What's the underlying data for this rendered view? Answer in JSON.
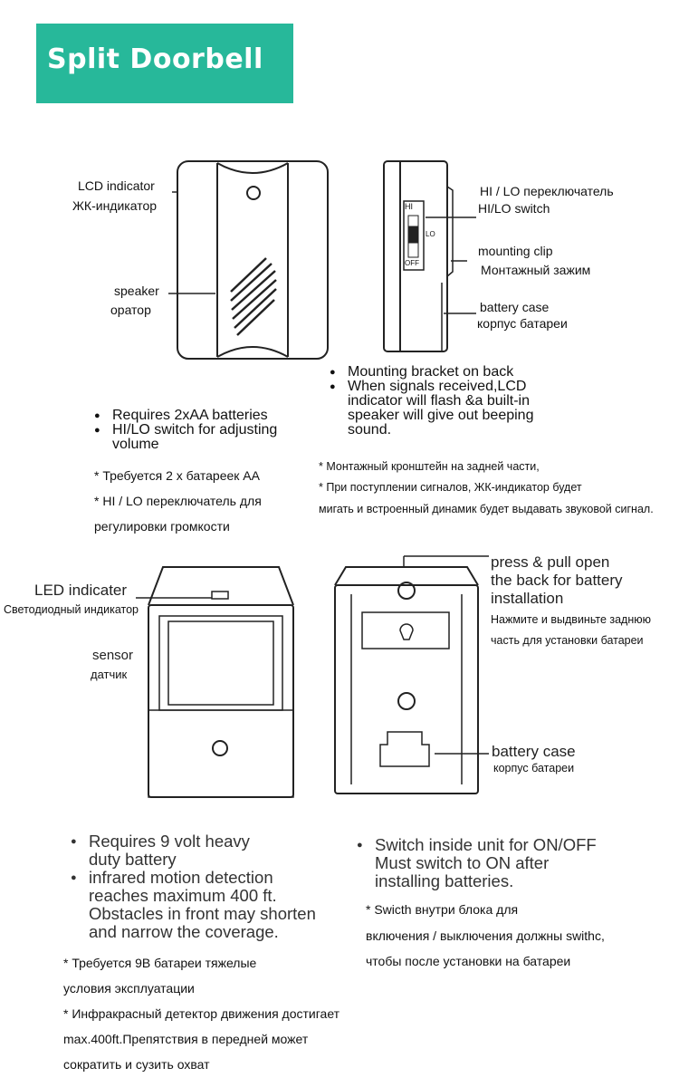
{
  "banner": {
    "title": "Split  Doorbell",
    "color": "#27b89a"
  },
  "receiver_front": {
    "lcd_label_en": "LCD indicator",
    "lcd_label_ru": "ЖК-индикатор",
    "speaker_label_en": "speaker",
    "speaker_label_ru": "оратор"
  },
  "receiver_side": {
    "switch_label_ru": "HI / LO переключатель",
    "switch_label_en": "HI/LO switch",
    "clip_label_en": "mounting clip",
    "clip_label_ru": "Монтажный зажим",
    "battery_label_en": "battery case",
    "battery_label_ru": "корпус батареи",
    "switch_marks": {
      "hi": "HI",
      "lo": "LO",
      "off": "OFF"
    }
  },
  "receiver_features": {
    "bullets": [
      "Requires 2xAA batteries",
      "HI/LO switch for adjusting\nvolume"
    ],
    "notes_ru": [
      "* Требуется 2 х батареек АА",
      "* HI / LO переключатель для",
      "регулировки громкости"
    ]
  },
  "receiver_features_right": {
    "bullets": [
      "Mounting bracket on back",
      "When signals received,LCD\nindicator will flash &a built-in\nspeaker will give out beeping\nsound."
    ],
    "notes_ru": [
      "* Монтажный кронштейн на задней части,",
      "* При поступлении сигналов, ЖК-индикатор будет",
      "мигать и встроенный динамик будет выдавать звуковой сигнал."
    ]
  },
  "sensor_front": {
    "led_label_en": "LED indicater",
    "led_label_ru": "Светодиодный индикатор",
    "sensor_label_en": "sensor",
    "sensor_label_ru": "датчик"
  },
  "sensor_back": {
    "press_label": "press & pull open\nthe back for battery\ninstallation",
    "press_label_ru_1": "Нажмите и выдвиньте заднюю",
    "press_label_ru_2": "часть для установки батареи",
    "battery_label_en": "battery case",
    "battery_label_ru": "корпус батареи"
  },
  "sensor_features_left": {
    "bullets": [
      "Requires 9 volt heavy\nduty battery",
      "infrared motion detection\nreaches maximum 400 ft.\nObstacles in front may shorten\nand narrow the coverage."
    ],
    "notes_ru": [
      "* Требуется 9В батареи тяжелые",
      "условия эксплуатации",
      "* Инфракрасный детектор движения достигает",
      "max.400ft.Препятствия в передней может",
      "сократить и сузить охват"
    ]
  },
  "sensor_features_right": {
    "bullets": [
      "Switch inside unit for ON/OFF\nMust switch to ON after\ninstalling batteries."
    ],
    "notes_ru": [
      "*  Swicth внутри блока для",
      "включения / выключения должны swithc,",
      "чтобы после установки на батареи"
    ]
  }
}
